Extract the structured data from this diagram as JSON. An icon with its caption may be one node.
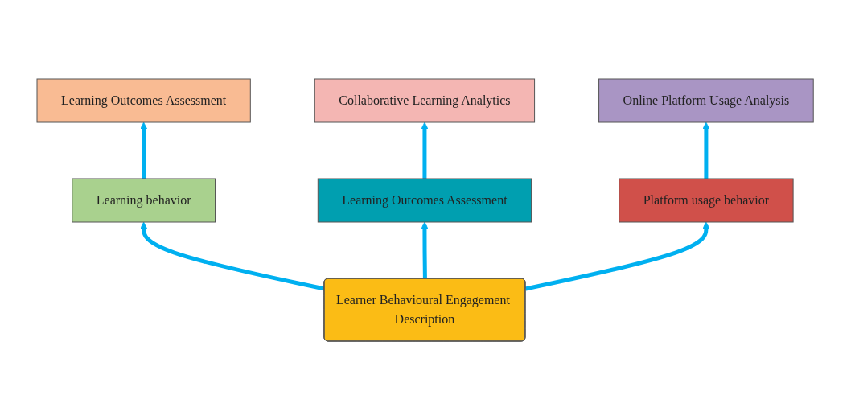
{
  "diagram": {
    "nodes": [
      {
        "text": [
          "Learning Outcomes Assessment"
        ]
      },
      {
        "text": [
          "Collaborative Learning Analytics"
        ]
      },
      {
        "text": [
          "Online Platform Usage Analysis"
        ]
      },
      {
        "text": [
          "Learning behavior"
        ]
      },
      {
        "text": [
          "Learning Outcomes Assessment"
        ]
      },
      {
        "text": [
          "Platform usage behavior"
        ]
      },
      {
        "text": [
          "Learner Behavioural Engagement Description"
        ]
      }
    ],
    "edges": [
      {
        "from": 6,
        "to": 3,
        "arrow": "to"
      },
      {
        "from": 6,
        "to": 4,
        "arrow": "to"
      },
      {
        "from": 6,
        "to": 5,
        "arrow": "to"
      },
      {
        "from": 3,
        "to": 0,
        "arrow": "to"
      },
      {
        "from": 4,
        "to": 1,
        "arrow": "to"
      },
      {
        "from": 5,
        "to": 2,
        "arrow": "to"
      }
    ]
  }
}
